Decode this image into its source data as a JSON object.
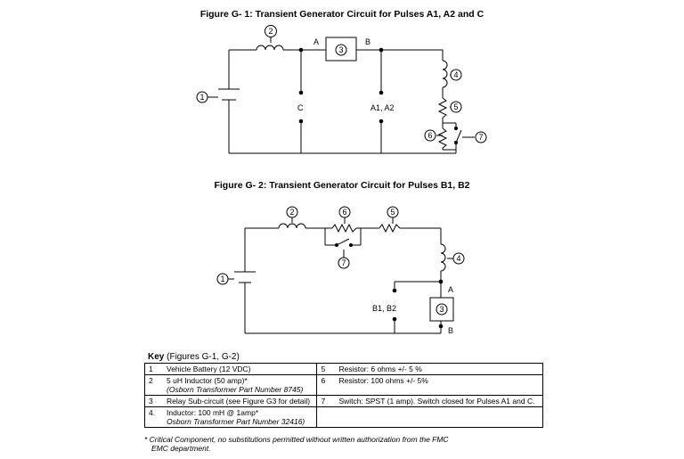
{
  "figure1": {
    "title": "Figure G- 1:  Transient Generator Circuit for Pulses A1, A2 and C",
    "labels": {
      "A": "A",
      "B": "B",
      "C": "C",
      "A1A2": "A1, A2"
    },
    "callouts": [
      "1",
      "2",
      "3",
      "4",
      "5",
      "6",
      "7"
    ]
  },
  "figure2": {
    "title": "Figure G- 2:  Transient Generator Circuit for Pulses B1, B2",
    "labels": {
      "A": "A",
      "B": "B",
      "B1B2": "B1, B2"
    },
    "callouts": [
      "1",
      "2",
      "3",
      "4",
      "5",
      "6",
      "7"
    ]
  },
  "key": {
    "title_bold": "Key",
    "title_rest": " (Figures G-1, G-2)",
    "rows": [
      {
        "n": "1",
        "text": "Vehicle Battery (12 VDC)",
        "n2": "5",
        "text2": "Resistor: 6 ohms +/- 5 %"
      },
      {
        "n": "2",
        "text": "5 uH Inductor (50 amp)*",
        "sub": "(Osborn Transformer Part Number 8745)",
        "n2": "6",
        "text2": "Resistor: 100 ohms +/- 5%"
      },
      {
        "n": "3",
        "text": "Relay Sub-circuit (see Figure G3 for detail)",
        "n2": "7",
        "text2": "Switch: SPST (1 amp).  Switch closed for Pulses A1 and C."
      },
      {
        "n": "4.",
        "text": "Inductor: 100 mH @ 1amp*",
        "sub": "Osborn Transformer Part Number 32416)"
      }
    ],
    "footnote_1": "*  Critical Component, no substitutions permitted without written authorization from the FMC",
    "footnote_2": "EMC department."
  }
}
